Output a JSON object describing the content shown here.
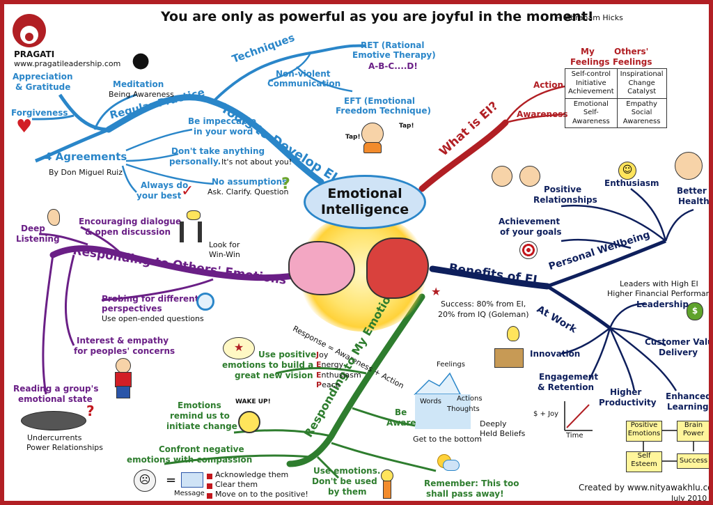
{
  "header": {
    "quote": "You are only as powerful as you are joyful in the moment!",
    "quote_author": "~ Abraham Hicks",
    "brand": "PRAGATI",
    "brand_url": "www.pragatileadership.com"
  },
  "center": {
    "title_line1": "Emotional",
    "title_line2": "Intelligence",
    "formula": "Response = Awareness + Action"
  },
  "tools": {
    "branch": "Tools to Develop EI",
    "techniques": "Techniques",
    "ret_line1": "RET (Rational",
    "ret_line2": "Emotive Therapy)",
    "ret_abc": "A-B-C....D!",
    "nvc_line1": "Non-violent",
    "nvc_line2": "Communication",
    "eft_line1": "EFT (Emotional",
    "eft_line2": "Freedom Technique)",
    "tap1": "Tap!",
    "tap2": "Tap!",
    "regular_practice": "Regular Practice",
    "meditation": "Meditation",
    "being_awareness": "Being Awareness",
    "appreciation_line1": "Appreciation",
    "appreciation_line2": "& Gratitude",
    "forgiveness": "Forgiveness",
    "four_agreements": "4 Agreements",
    "by_ruiz": "By Don Miguel Ruiz",
    "impeccable_line1": "Be impeccable",
    "impeccable_line2": "in your word",
    "personally_line1": "Don't take anything",
    "personally_line2": "personally.",
    "personally_note": "It's not about you!",
    "assumptions": "No assumptions",
    "assumptions_note": "Ask. Clarify. Question",
    "best_line1": "Always do",
    "best_line2": "your best"
  },
  "what_is_ei": {
    "branch": "What is EI?",
    "action": "Action",
    "awareness": "Awareness",
    "col_my_line1": "My",
    "col_my_line2": "Feelings",
    "col_others_line1": "Others'",
    "col_others_line2": "Feelings",
    "cell_action_my": [
      "Self-control",
      "Initiative",
      "Achievement"
    ],
    "cell_action_others": [
      "Inspirational",
      "Change",
      "Catalyst"
    ],
    "cell_aware_my": [
      "Emotional",
      "Self-",
      "Awareness"
    ],
    "cell_aware_others": [
      "Empathy",
      "Social",
      "Awareness"
    ]
  },
  "benefits": {
    "branch": "Benefits of EI",
    "personal_wellbeing": "Personal Wellbeing",
    "positive_rel_line1": "Positive",
    "positive_rel_line2": "Relationships",
    "enthusiasm": "Enthusiasm",
    "health_line1": "Better",
    "health_line2": "Health",
    "goals_line1": "Achievement",
    "goals_line2": "of your goals",
    "success_line1": "Success: 80% from EI,",
    "success_line2": "20% from IQ (Goleman)",
    "at_work": "At Work",
    "leaders_line1": "Leaders with High EI",
    "leaders_line2": "Higher Financial Performance",
    "leadership": "Leadership",
    "customer_line1": "Customer Value",
    "customer_line2": "Delivery",
    "innovation": "Innovation",
    "engagement_line1": "Engagement",
    "engagement_line2": "& Retention",
    "productivity_line1": "Higher",
    "productivity_line2": "Productivity",
    "learning_line1": "Enhanced",
    "learning_line2": "Learning",
    "axis_y": "$ + Joy",
    "axis_x": "Time",
    "cycle": {
      "positive_emotions_line1": "Positive",
      "positive_emotions_line2": "Emotions",
      "brain_power_line1": "Brain",
      "brain_power_line2": "Power",
      "success": "Success",
      "self_esteem_line1": "Self",
      "self_esteem_line2": "Esteem"
    }
  },
  "others": {
    "branch": "Responding to Others' Emotions",
    "deep_listening_line1": "Deep",
    "deep_listening_line2": "Listening",
    "dialogue_line1": "Encouraging dialogue",
    "dialogue_line2": "& open discussion",
    "win_line1": "Look for",
    "win_line2": "Win-Win",
    "probing_line1": "Probing for different",
    "probing_line2": "perspectives",
    "probing_note": "Use open-ended questions",
    "interest_line1": "Interest & empathy",
    "interest_line2": "for peoples' concerns",
    "group_line1": "Reading a group's",
    "group_line2": "emotional state",
    "undercurrents_line1": "Undercurrents",
    "undercurrents_line2": "Power Relationships"
  },
  "my": {
    "branch": "Responding to My Emotions",
    "positive_line1": "Use positive",
    "positive_line2": "emotions to build a",
    "positive_line3": "great new vision",
    "joy_letters": [
      "J",
      "E",
      "E",
      "P"
    ],
    "joy_rest": [
      "oy",
      "nergy",
      "nthusiasm",
      "eace"
    ],
    "remind_line1": "Emotions",
    "remind_line2": "remind us to",
    "remind_line3": "initiate change",
    "wake_up": "WAKE UP!",
    "be_aware_line1": "Be",
    "be_aware_line2": "Aware",
    "feelings": "Feelings",
    "actions": "Actions",
    "words": "Words",
    "thoughts": "Thoughts",
    "deeply_line1": "Deeply",
    "deeply_line2": "Held Beliefs",
    "bottom": "Get to the bottom",
    "confront_line1": "Confront negative",
    "confront_line2": "emotions with compassion",
    "message": "Message",
    "ack": "Acknowledge them",
    "clear": "Clear them",
    "moveon": "Move on to the positive!",
    "use_line1": "Use emotions.",
    "use_line2": "Don't be used",
    "use_line3": "by them",
    "remember_line1": "Remember: This too",
    "remember_line2": "shall pass away!"
  },
  "footer": {
    "created_by": "Created by www.nityawakhlu.com",
    "date": "July 2010"
  },
  "colors": {
    "border": "#b11f24",
    "tools": "#2a86c9",
    "what_is": "#b11f24",
    "benefits": "#0e1f5c",
    "others": "#6a1f86",
    "my": "#2e7d2e"
  }
}
